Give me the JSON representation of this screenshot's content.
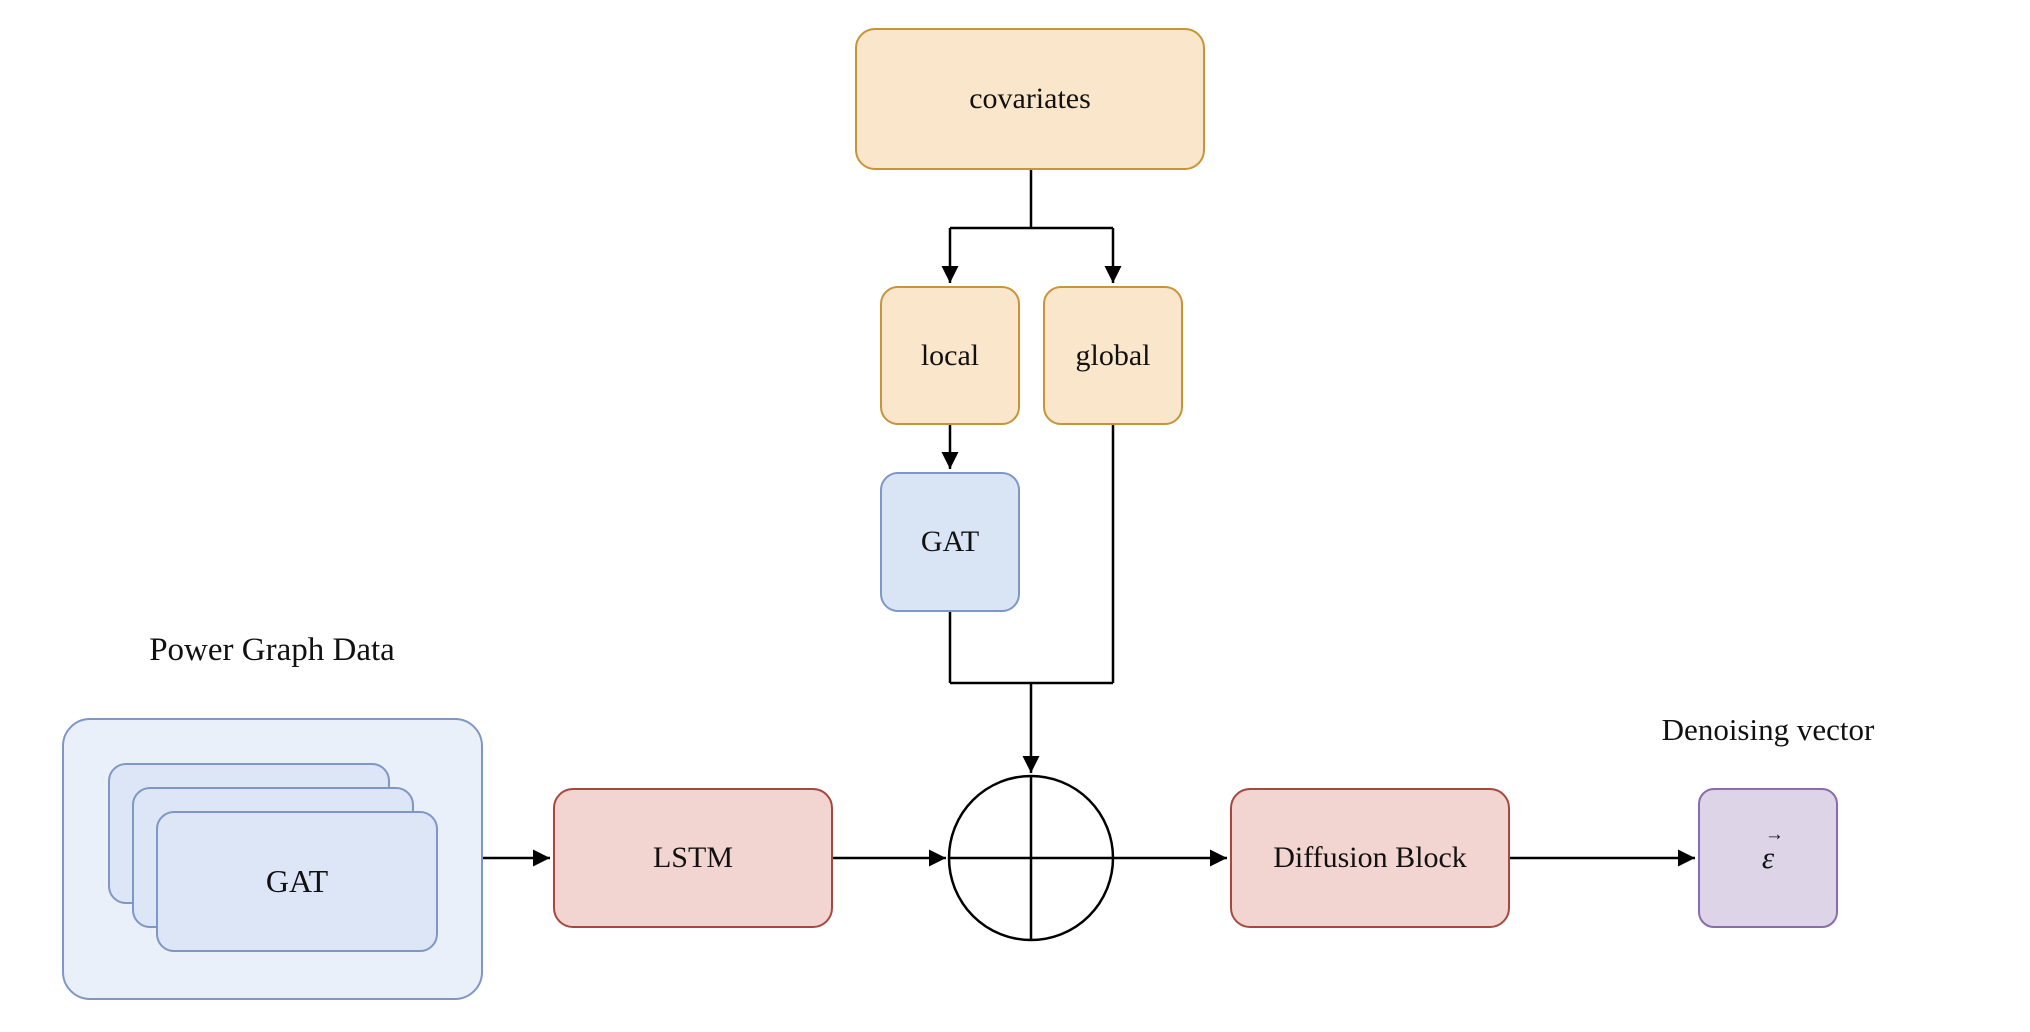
{
  "nodes": {
    "covariates": {
      "label": "covariates"
    },
    "local": {
      "label": "local"
    },
    "global": {
      "label": "global"
    },
    "covariate_gat": {
      "label": "GAT"
    },
    "power_graph_gat": {
      "label": "GAT"
    },
    "lstm": {
      "label": "LSTM"
    },
    "diffusion_block": {
      "label": "Diffusion Block"
    },
    "denoising_output": {
      "label": "ε",
      "vector_arrow": "→"
    }
  },
  "annotations": {
    "power_graph_data": "Power Graph Data",
    "denoising_vector": "Denoising vector"
  },
  "operator": {
    "sum_symbol": "⊕"
  },
  "colors": {
    "covariate_fill": "#fae6cb",
    "covariate_border": "#c79437",
    "gat_fill": "#d9e4f5",
    "gat_border": "#7f97c6",
    "power_container_fill": "#e9f0fa",
    "power_stack_fill": "#dce6f6",
    "process_fill": "#f2d4d0",
    "process_border": "#a5493e",
    "output_fill": "#ded4e8",
    "output_border": "#8c6bad",
    "connector": "#000000",
    "background": "#ffffff"
  }
}
